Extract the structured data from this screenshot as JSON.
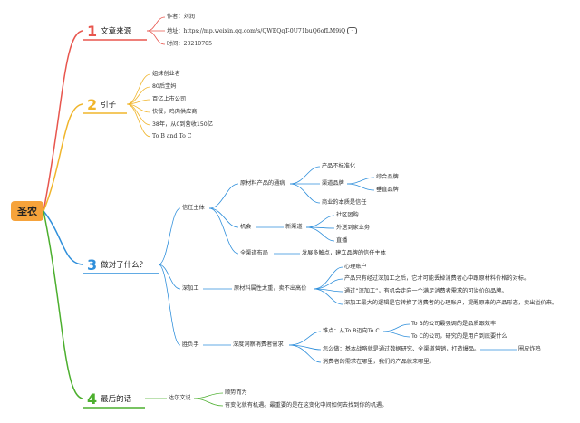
{
  "root": {
    "label": "圣农"
  },
  "branches": [
    {
      "num": "1",
      "label": "文章来源",
      "color": "#e8564e",
      "items": [
        "作者：刘润",
        "地址：https://mp.weixin.qq.com/s/QWEQqT-0U71buQ6ofLM9iQ",
        "时间：20210705"
      ]
    },
    {
      "num": "2",
      "label": "引子",
      "color": "#f0b52b",
      "items": [
        "姐妹创业者",
        "80后宝妈",
        "百亿上市公司",
        "快餐，鸡肉供应商",
        "38年，从0到营收150亿",
        "To B and To C"
      ]
    },
    {
      "num": "3",
      "label": "做对了什么？",
      "color": "#2f8fdb",
      "groups": [
        {
          "label": "信任主体",
          "children": [
            {
              "label": "原材料产品的通病",
              "children": [
                {
                  "label": "产品不标准化"
                },
                {
                  "label": "渠道品牌",
                  "children": [
                    "综合品牌",
                    "垂直品牌"
                  ]
                },
                {
                  "label": "商业的本质是信任"
                }
              ]
            },
            {
              "label": "机会",
              "children": [
                {
                  "label": "新渠道",
                  "children": [
                    "社区团购",
                    "外送到家业务",
                    "直播"
                  ]
                }
              ]
            },
            {
              "label": "全渠道布局",
              "children": [
                {
                  "label": "发展多触点，建立品牌的信任主体"
                }
              ]
            }
          ]
        },
        {
          "label": "深加工",
          "children": [
            {
              "label": "原材料属性太重，卖不出高价",
              "children": [
                "心理账户",
                "产品只有经过深加工之后，它才可能丢掉消费者心中跟原材料价格的对标。",
                "通过“深加工”，有机会走向一个满足消费者需求的可溢价的品牌。",
                "深加工最大的逻辑是它转换了消费者的心理账户，提醒原来的产品形态，卖出溢价来。"
              ]
            }
          ]
        },
        {
          "label": "胜负手",
          "children": [
            {
              "label": "深度洞察消费者需求",
              "children": [
                {
                  "label": "难点：从To B迈向To C",
                  "children": [
                    "To B的公司最强调的是品质跟效率",
                    "To C的公司，研究的是用户到底要什么"
                  ]
                },
                {
                  "label": "怎么做：基本战略就是通过数据研究、全渠道营销，打造爆品。",
                  "children": [
                    "圈皮炸鸡"
                  ]
                },
                {
                  "label": "消费者的需求在哪里，我们的产品就来哪里。"
                }
              ]
            }
          ]
        }
      ]
    },
    {
      "num": "4",
      "label": "最后的话",
      "color": "#4caf2e",
      "groups": [
        {
          "label": "达尔文说",
          "children": [
            "顺势而为",
            "有变化就有机遇。最重要的是在这变化中间如何去找到你的机遇。"
          ]
        }
      ]
    }
  ]
}
